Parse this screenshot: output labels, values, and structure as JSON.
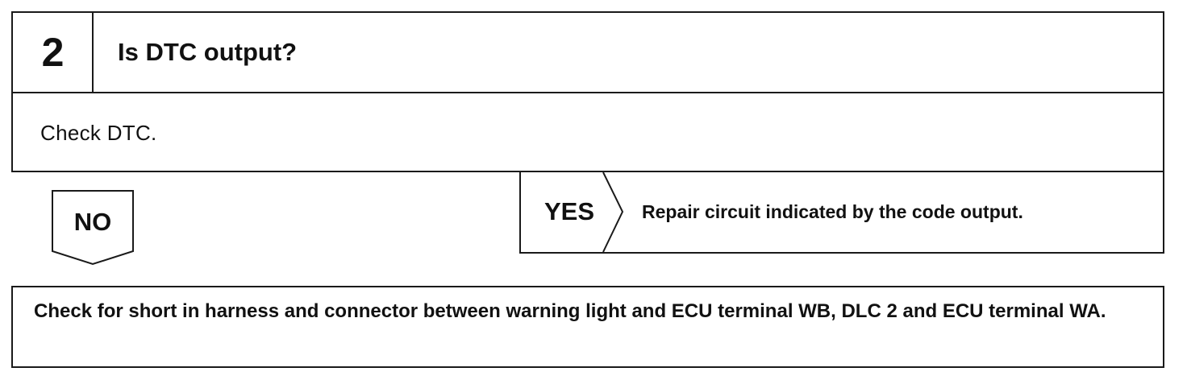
{
  "step": {
    "number": "2",
    "question": "Is DTC output?",
    "instruction": "Check DTC."
  },
  "branch_no": {
    "label": "NO"
  },
  "branch_yes": {
    "label": "YES",
    "action": "Repair circuit indicated by the code output."
  },
  "next_check": {
    "text": "Check for short in harness and connector between warning light and ECU terminal WB, DLC 2 and ECU terminal WA."
  }
}
